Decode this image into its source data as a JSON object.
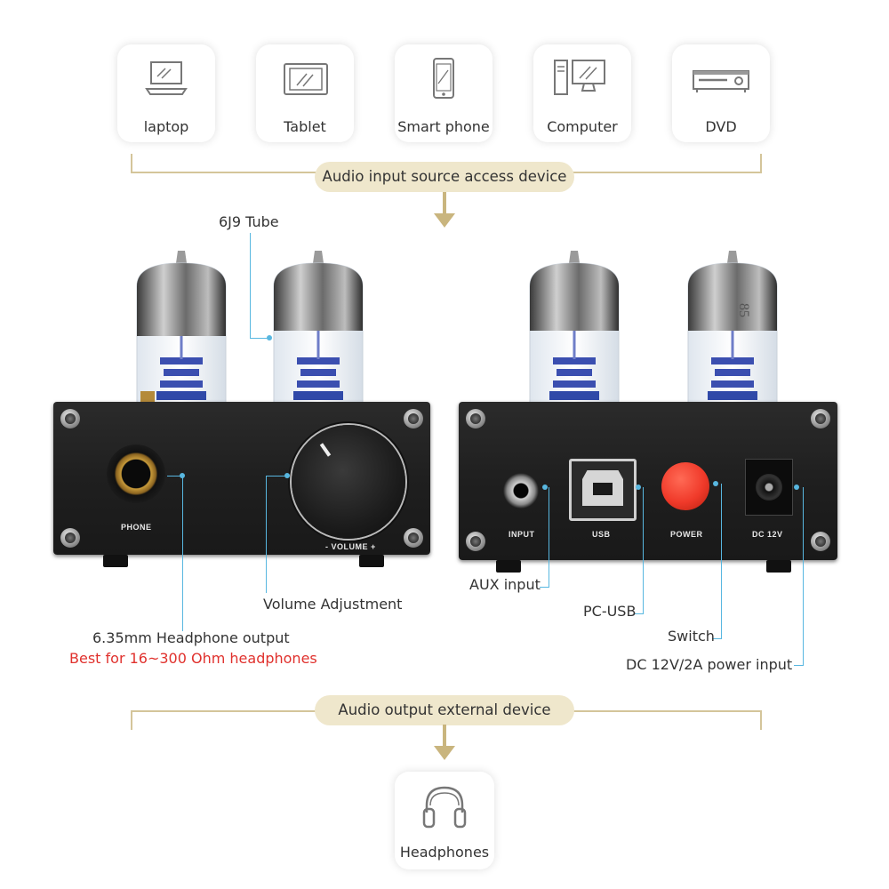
{
  "inputs": {
    "devices": [
      {
        "label": "laptop",
        "icon": "laptop-icon"
      },
      {
        "label": "Tablet",
        "icon": "tablet-icon"
      },
      {
        "label": "Smart phone",
        "icon": "smartphone-icon"
      },
      {
        "label": "Computer",
        "icon": "computer-icon"
      },
      {
        "label": "DVD",
        "icon": "dvd-player-icon"
      }
    ],
    "banner": "Audio input source access device"
  },
  "front_panel": {
    "phone_label": "PHONE",
    "volume_label": "- VOLUME +"
  },
  "back_panel": {
    "input_label": "INPUT",
    "usb_label": "USB",
    "power_label": "POWER",
    "dc_label": "DC 12V",
    "tube_marking": "85"
  },
  "callouts": {
    "tube": "6J9 Tube",
    "volume": "Volume Adjustment",
    "headphone_output": "6.35mm Headphone output",
    "headphone_note": "Best for 16~300 Ohm headphones",
    "aux": "AUX input",
    "pc_usb": "PC-USB",
    "switch": "Switch",
    "dc_power": "DC 12V/2A power input"
  },
  "outputs": {
    "banner": "Audio output external device",
    "devices": [
      {
        "label": "Headphones",
        "icon": "headphones-icon"
      }
    ]
  },
  "colors": {
    "accent_gold": "#d4c59a",
    "pill_bg": "#efe7cc",
    "callout_line": "#58b7e0",
    "warning_red": "#e0312d",
    "power_button": "#f03a2a"
  }
}
